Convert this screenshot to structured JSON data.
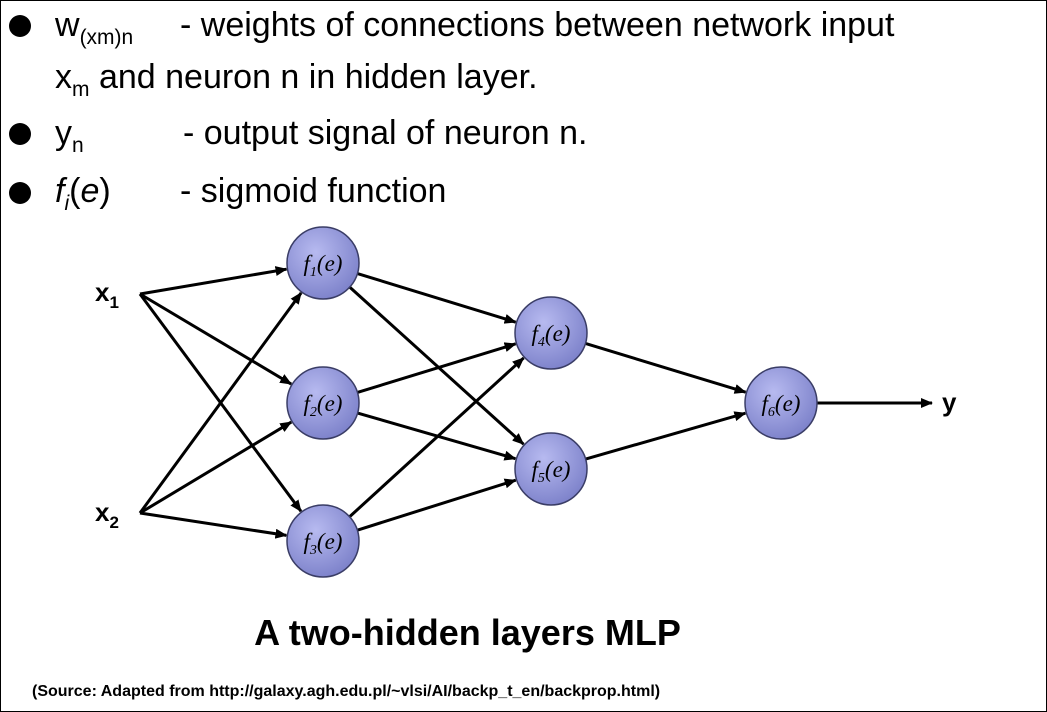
{
  "bullets": {
    "b1": {
      "sym": "w",
      "sub": "(xm)n",
      "desc": "- weights of connections between network input",
      "line2_sym": "x",
      "line2_sub": "m",
      "line2_rest": " and neuron n in hidden layer."
    },
    "b2": {
      "sym": "y",
      "sub": "n",
      "desc": "- output signal of neuron n."
    },
    "b3": {
      "f": "f",
      "sub": "i",
      "paren_open": "(",
      "arg": "e",
      "paren_close": ")",
      "desc": "- sigmoid function"
    }
  },
  "diagram": {
    "inputs": [
      {
        "name": "x",
        "sub": "1"
      },
      {
        "name": "x",
        "sub": "2"
      }
    ],
    "output": "y",
    "neurons": [
      {
        "f": "f",
        "sub": "1",
        "arg": "(e)"
      },
      {
        "f": "f",
        "sub": "2",
        "arg": "(e)"
      },
      {
        "f": "f",
        "sub": "3",
        "arg": "(e)"
      },
      {
        "f": "f",
        "sub": "4",
        "arg": "(e)"
      },
      {
        "f": "f",
        "sub": "5",
        "arg": "(e)"
      },
      {
        "f": "f",
        "sub": "6",
        "arg": "(e)"
      }
    ],
    "neuron_fill": "#8a8ed4",
    "edge_color": "#000000"
  },
  "caption": "A two-hidden layers MLP",
  "source": "(Source: Adapted from http://galaxy.agh.edu.pl/~vlsi/AI/backp_t_en/backprop.html)"
}
